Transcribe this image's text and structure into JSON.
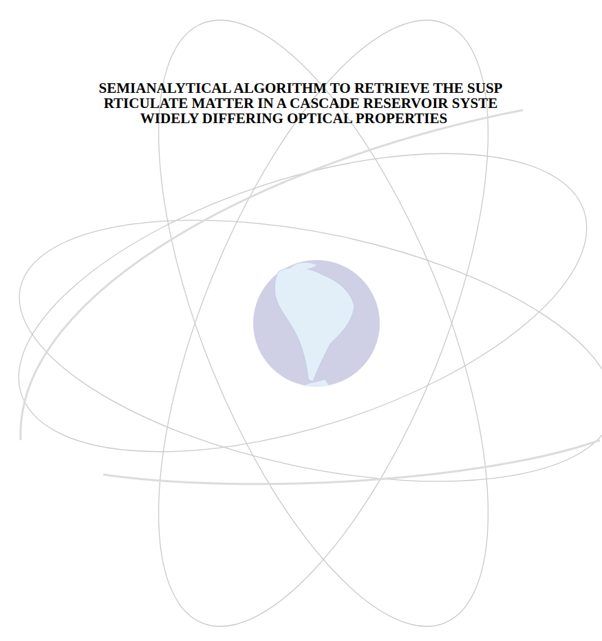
{
  "diagram": {
    "labels": [
      "SEMIANALYTICAL ALGORITHM TO RETRIEVE THE SUSP",
      "RTICULATE MATTER IN A CASCADE RESERVOIR SYSTE",
      "WIDELY DIFFERING OPTICAL PROPERTIES"
    ]
  }
}
